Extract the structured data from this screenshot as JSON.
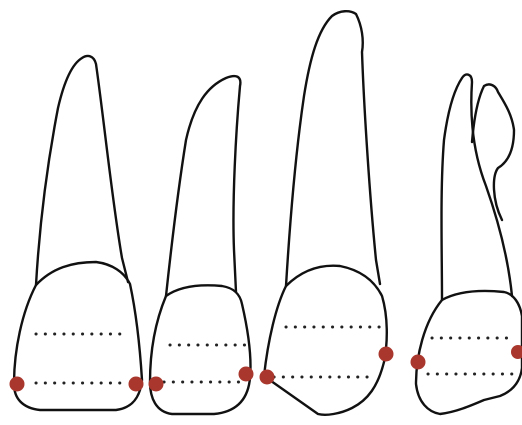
{
  "diagram": {
    "teeth": [
      {
        "name": "tooth-1",
        "has_second_root": false
      },
      {
        "name": "tooth-2",
        "has_second_root": false
      },
      {
        "name": "tooth-3",
        "has_second_root": false
      },
      {
        "name": "tooth-4",
        "has_second_root": true
      }
    ],
    "contact_point_color": "#a9372d",
    "outline_color": "#111111",
    "guide_line_color": "#222222",
    "guide_line_style": "dotted"
  }
}
